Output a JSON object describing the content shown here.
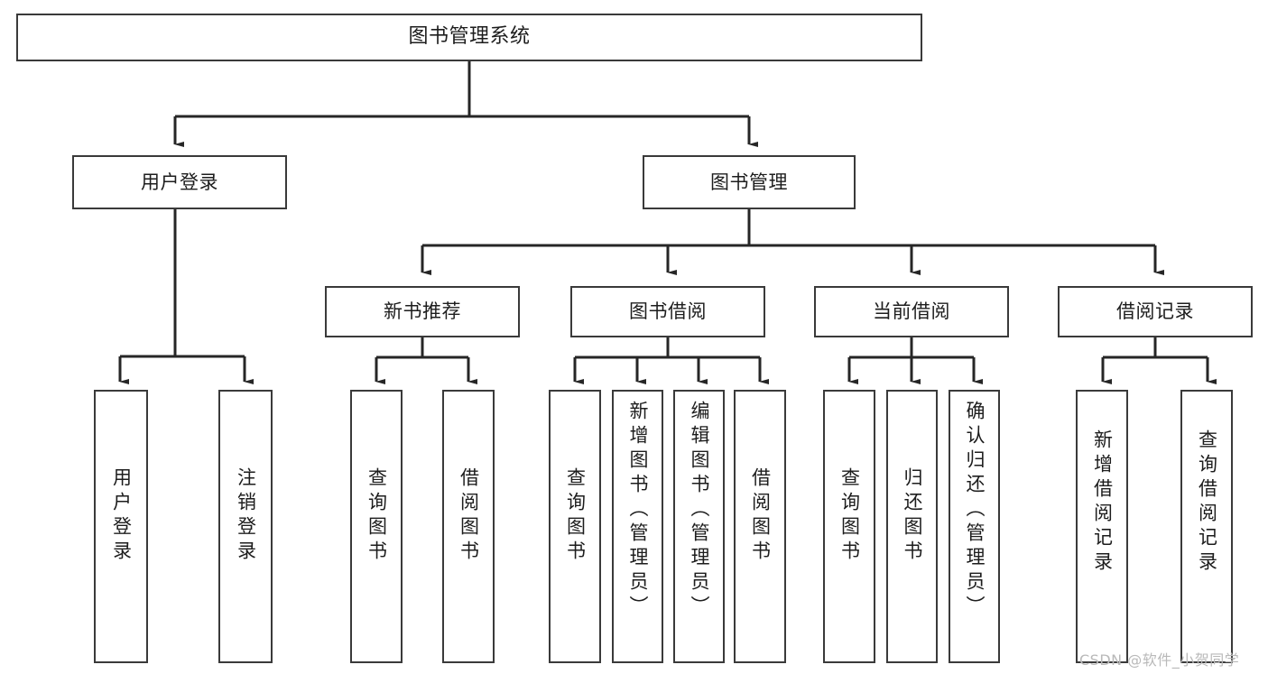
{
  "diagram": {
    "type": "hierarchy-tree",
    "title": "图书管理系统",
    "watermark": "CSDN @软件_小贺同学",
    "colors": {
      "box_border": "#3a3a3a",
      "box_fill": "#ffffff",
      "connector": "#262626",
      "text": "#1d1d1d",
      "watermark": "#b9b9b9",
      "background": "#ffffff"
    },
    "levels": {
      "level0": [
        {
          "id": "root",
          "label": "图书管理系统",
          "orientation": "horizontal"
        }
      ],
      "level1": [
        {
          "id": "user-login",
          "label": "用户登录",
          "orientation": "horizontal",
          "parent": "root"
        },
        {
          "id": "book-manage",
          "label": "图书管理",
          "orientation": "horizontal",
          "parent": "root"
        }
      ],
      "level2": [
        {
          "id": "new-book-rec",
          "label": "新书推荐",
          "orientation": "horizontal",
          "parent": "book-manage"
        },
        {
          "id": "book-borrow",
          "label": "图书借阅",
          "orientation": "horizontal",
          "parent": "book-manage"
        },
        {
          "id": "current-borrow",
          "label": "当前借阅",
          "orientation": "horizontal",
          "parent": "book-manage"
        },
        {
          "id": "borrow-record",
          "label": "借阅记录",
          "orientation": "horizontal",
          "parent": "book-manage"
        }
      ],
      "level3": [
        {
          "id": "leaf-user-login",
          "label": "用户登录",
          "orientation": "vertical",
          "parent": "user-login"
        },
        {
          "id": "leaf-logout",
          "label": "注销登录",
          "orientation": "vertical",
          "parent": "user-login"
        },
        {
          "id": "leaf-query-book-1",
          "label": "查询图书",
          "orientation": "vertical",
          "parent": "new-book-rec"
        },
        {
          "id": "leaf-borrow-book-1",
          "label": "借阅图书",
          "orientation": "vertical",
          "parent": "new-book-rec"
        },
        {
          "id": "leaf-query-book-2",
          "label": "查询图书",
          "orientation": "vertical",
          "parent": "book-borrow"
        },
        {
          "id": "leaf-add-book",
          "label": "新增图书（管理员）",
          "orientation": "vertical",
          "parent": "book-borrow"
        },
        {
          "id": "leaf-edit-book",
          "label": "编辑图书（管理员）",
          "orientation": "vertical",
          "parent": "book-borrow"
        },
        {
          "id": "leaf-borrow-book-2",
          "label": "借阅图书",
          "orientation": "vertical",
          "parent": "book-borrow"
        },
        {
          "id": "leaf-query-book-3",
          "label": "查询图书",
          "orientation": "vertical",
          "parent": "current-borrow"
        },
        {
          "id": "leaf-return-book",
          "label": "归还图书",
          "orientation": "vertical",
          "parent": "current-borrow"
        },
        {
          "id": "leaf-confirm-return",
          "label": "确认归还（管理员）",
          "orientation": "vertical",
          "parent": "current-borrow"
        },
        {
          "id": "leaf-add-record",
          "label": "新增借阅记录",
          "orientation": "vertical",
          "parent": "borrow-record"
        },
        {
          "id": "leaf-query-record",
          "label": "查询借阅记录",
          "orientation": "vertical",
          "parent": "borrow-record"
        }
      ]
    }
  }
}
